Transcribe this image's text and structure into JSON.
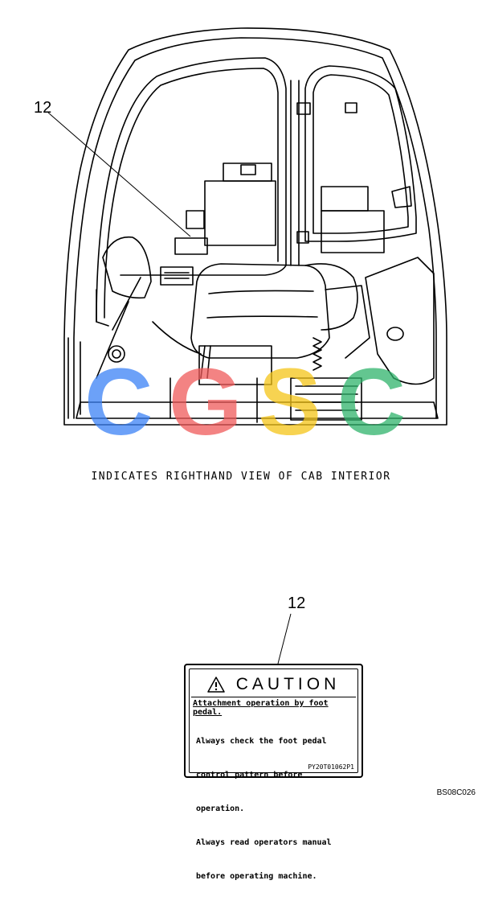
{
  "callouts": [
    {
      "number": "12"
    },
    {
      "number": "12"
    }
  ],
  "caption": "INDICATES RIGHTHAND VIEW OF CAB INTERIOR",
  "decal": {
    "title": "CAUTION",
    "warning_symbol": "warning-triangle-icon",
    "subheading": "Attachment operation by foot pedal.",
    "body_lines": [
      "Always check the foot pedal",
      "control pattern before",
      "operation.",
      "Always read operators manual",
      "before operating machine."
    ],
    "part_number": "PY20T01062P1"
  },
  "watermark": {
    "letters": [
      "C",
      "G",
      "S",
      "C"
    ],
    "colors": [
      "#3b82f6",
      "#f05a5a",
      "#f5c518",
      "#2fb36b"
    ]
  },
  "figure_id": "BS08C026"
}
